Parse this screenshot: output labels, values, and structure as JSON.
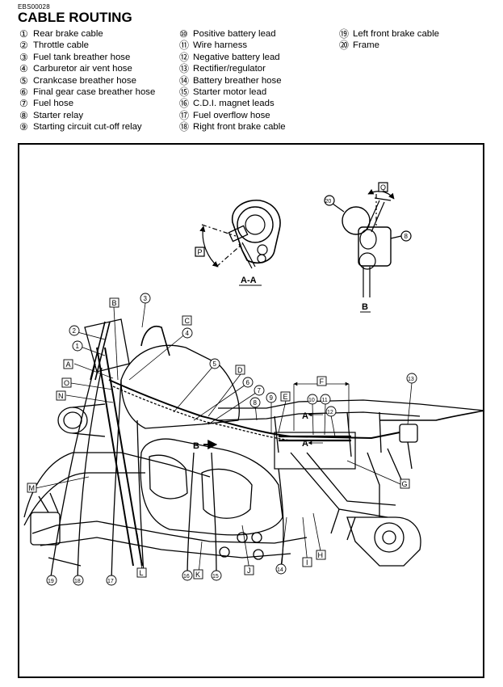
{
  "header": {
    "code": "EBS00028",
    "title": "CABLE ROUTING"
  },
  "legend": {
    "col1": [
      {
        "num": "①",
        "text": "Rear brake cable"
      },
      {
        "num": "②",
        "text": "Throttle cable"
      },
      {
        "num": "③",
        "text": "Fuel tank breather hose"
      },
      {
        "num": "④",
        "text": "Carburetor air vent hose"
      },
      {
        "num": "⑤",
        "text": "Crankcase breather hose"
      },
      {
        "num": "⑥",
        "text": "Final gear case breather hose"
      },
      {
        "num": "⑦",
        "text": "Fuel hose"
      },
      {
        "num": "⑧",
        "text": "Starter relay"
      },
      {
        "num": "⑨",
        "text": "Starting circuit cut-off relay"
      }
    ],
    "col2": [
      {
        "num": "⑩",
        "text": "Positive battery lead"
      },
      {
        "num": "⑪",
        "text": "Wire harness"
      },
      {
        "num": "⑫",
        "text": "Negative battery lead"
      },
      {
        "num": "⑬",
        "text": "Rectifier/regulator"
      },
      {
        "num": "⑭",
        "text": "Battery breather hose"
      },
      {
        "num": "⑮",
        "text": "Starter motor lead"
      },
      {
        "num": "⑯",
        "text": "C.D.I. magnet leads"
      },
      {
        "num": "⑰",
        "text": "Fuel overflow hose"
      },
      {
        "num": "⑱",
        "text": "Right front brake cable"
      }
    ],
    "col3": [
      {
        "num": "⑲",
        "text": "Left front brake cable"
      },
      {
        "num": "⑳",
        "text": "Frame"
      }
    ]
  },
  "diagram": {
    "section_aa": "A-A",
    "section_b": "B",
    "arrow_a": "A",
    "arrow_b": "B",
    "letters": {
      "P": "P",
      "Q": "Q",
      "B": "B",
      "C": "C",
      "A": "A",
      "O": "O",
      "N": "N",
      "M": "M",
      "D": "D",
      "E": "E",
      "F": "F",
      "G": "G",
      "H": "H",
      "I": "I",
      "J": "J",
      "K": "K",
      "L": "L"
    },
    "numbers": {
      "n1": "1",
      "n2": "2",
      "n3": "3",
      "n4": "4",
      "n5": "5",
      "n6": "6",
      "n7": "7",
      "n8": "8",
      "n9": "9",
      "n10": "10",
      "n11": "11",
      "n12": "12",
      "n13": "13",
      "n14": "14",
      "n15": "15",
      "n16": "16",
      "n17": "17",
      "n18": "18",
      "n19": "19",
      "n20": "20",
      "n8b": "8"
    }
  }
}
